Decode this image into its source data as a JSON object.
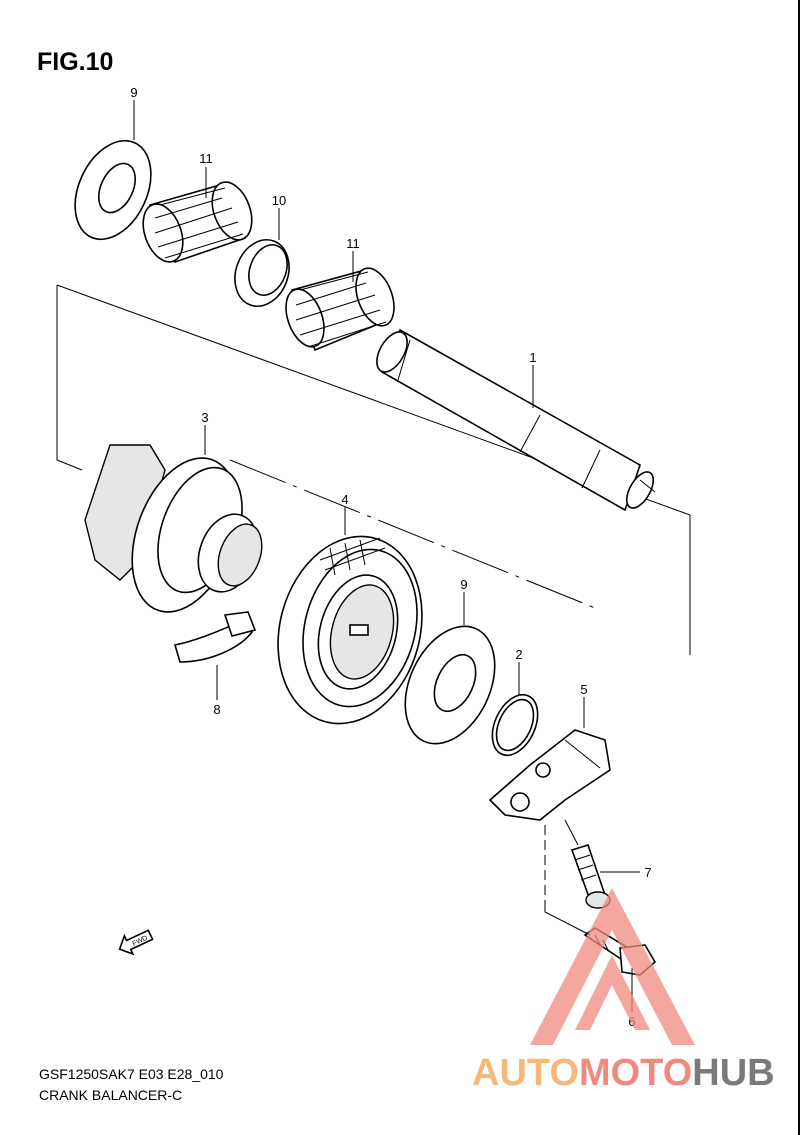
{
  "figure": {
    "title": "FIG.10"
  },
  "footer": {
    "code": "GSF1250SAK7 E03 E28_010",
    "name": "CRANK BALANCER-C"
  },
  "callouts": {
    "c1": "1",
    "c2": "2",
    "c3": "3",
    "c4": "4",
    "c5": "5",
    "c6": "6",
    "c7": "7",
    "c8": "8",
    "c9a": "9",
    "c9b": "9",
    "c10": "10",
    "c11a": "11",
    "c11b": "11"
  },
  "fwd": {
    "label": "FWD"
  },
  "watermark": {
    "part1": "AUTO",
    "part2": "MOTO",
    "part3": "HUB",
    "color1": "#f5b97a",
    "color2": "#f08a7e",
    "color3": "#7a7a7a",
    "triangle_color": "#f08a7e"
  }
}
